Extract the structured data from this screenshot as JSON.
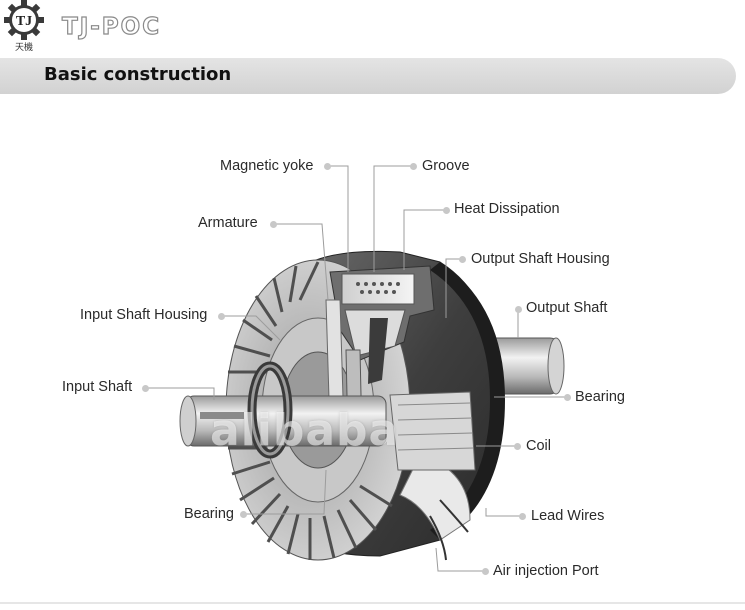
{
  "header": {
    "logo_letters": "TJ",
    "logo_caption": "天機",
    "brand": "TJ-POC"
  },
  "banner": {
    "title": "Basic construction"
  },
  "callouts": {
    "magnetic_yoke": "Magnetic yoke",
    "groove": "Groove",
    "heat_dissipation": "Heat Dissipation",
    "armature": "Armature",
    "output_shaft_housing": "Output Shaft Housing",
    "output_shaft": "Output Shaft",
    "input_shaft_housing": "Input Shaft Housing",
    "input_shaft": "Input Shaft",
    "bearing_right": "Bearing",
    "coil": "Coil",
    "bearing_left": "Bearing",
    "lead_wires": "Lead Wires",
    "air_injection_port": "Air injection Port"
  },
  "watermark": "alibaba",
  "colors": {
    "banner": "#d8d8d8",
    "brand_outline": "#8a8a8a",
    "metal_dark": "#4a4a4a",
    "metal_light": "#e0e0e0"
  }
}
